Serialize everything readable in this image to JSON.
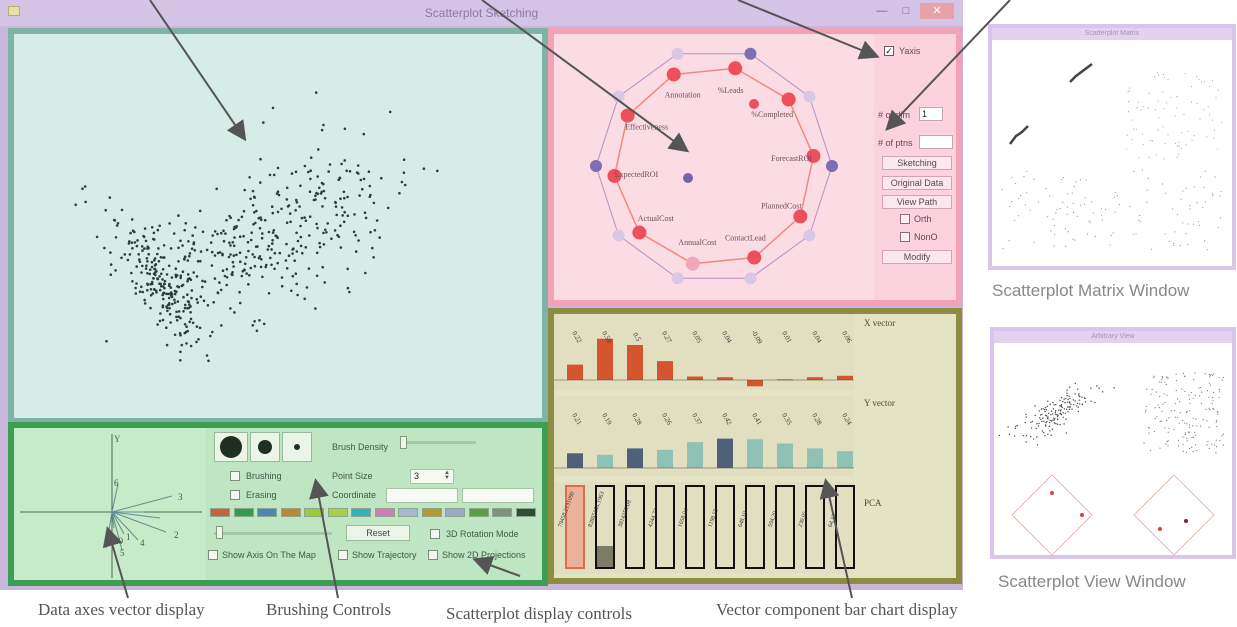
{
  "main_window": {
    "title": "Scatterplot Sketching"
  },
  "radviz": {
    "axes": [
      "ExpectedROI",
      "Effectiveness",
      "Annotation",
      "%Leads",
      "%Completed",
      "ForecastROI",
      "PlannedCost",
      "ContactLead",
      "AnnualCost",
      "ActualCost"
    ],
    "yaxis_label": "Yaxis",
    "yaxis_checked": true,
    "num_dims_label": "# of dim",
    "num_dims_value": "1",
    "num_ptns_label": "# of ptns",
    "sketching_label": "Sketching",
    "original_data_label": "Original Data",
    "view_path_label": "View Path",
    "orth_label": "Orth",
    "nono_label": "NonO",
    "modify_label": "Modify"
  },
  "bar_panel": {
    "x_vector_label": "X vector",
    "y_vector_label": "Y vector",
    "pca_label": "PCA",
    "x_vector": [
      0.22,
      0.59,
      0.5,
      0.27,
      0.05,
      0.04,
      -0.09,
      0.01,
      0.04,
      0.06
    ],
    "y_vector": [
      0.21,
      0.19,
      0.28,
      0.26,
      0.37,
      0.42,
      0.41,
      0.35,
      0.28,
      0.24
    ],
    "pca": [
      "79458.2131090",
      "82865153.1963",
      "3814159.08",
      "4244.77",
      "1658.04",
      "1198.55",
      "648.10",
      "594.20",
      "230.05",
      "64.13"
    ],
    "colors": {
      "x": "#d4552f",
      "y_dark": "#50607a",
      "y_light": "#8fc2b4",
      "pca_bar": "#111111",
      "pca_highlight": "#e06a4a"
    }
  },
  "controls": {
    "brush_density_label": "Brush Density",
    "brushing_label": "Brushing",
    "erasing_label": "Erasing",
    "point_size_label": "Point Size",
    "point_size_value": "3",
    "coordinate_label": "Coordinate",
    "reset_label": "Reset",
    "rotation_label": "3D Rotation Mode",
    "show_axis_label": "Show Axis On The Map",
    "show_trajectory_label": "Show Trajectory",
    "show_projections_label": "Show 2D Projections",
    "palette": [
      "#c2643e",
      "#2e9e4a",
      "#4f86b4",
      "#b98a34",
      "#9acc3a",
      "#a6d14a",
      "#36b0b8",
      "#d27bb5",
      "#a5b8d6",
      "#b39a36",
      "#99a9cd",
      "#5c9e46",
      "#7c937a",
      "#2f4d34"
    ]
  },
  "axes_vector": {
    "y_label": "Y",
    "numbers": [
      "6",
      "3",
      "2",
      "4",
      "5",
      "10",
      "1"
    ]
  },
  "side_windows": {
    "matrix_title": "Scatterplot Matrix",
    "view_title": "Arbitrary View",
    "matrix_caption": "Scatterplot Matrix Window",
    "view_caption": "Scatterplot View Window"
  },
  "annotations": {
    "data_axes": "Data axes vector display",
    "brushing": "Brushing Controls",
    "scatter_controls": "Scatterplot display controls",
    "bar_chart": "Vector component bar chart display"
  }
}
